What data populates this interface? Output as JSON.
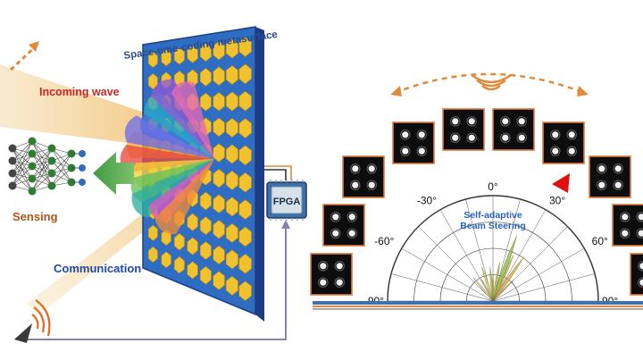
{
  "labels": {
    "metasurface": "Space-time-coding metasurface",
    "incoming": "Incoming wave",
    "sensing": "Sensing",
    "communication": "Communication",
    "fpga": "FPGA",
    "polar_title_line1": "Self-adaptive",
    "polar_title_line2": "Beam Steering"
  },
  "polar_angles": [
    {
      "label": "-90°"
    },
    {
      "label": "-60°"
    },
    {
      "label": "-30°"
    },
    {
      "label": "0°"
    },
    {
      "label": "30°"
    },
    {
      "label": "60°"
    },
    {
      "label": "90°"
    }
  ],
  "colors": {
    "incoming_wave": "#c62828",
    "metasurface_label": "#2a4d8f",
    "sensing": "#b2541a",
    "communication": "#1f4aa8",
    "panel_border": "#e07b39",
    "polar_title": "#2a62b8",
    "arrow": "#e08a3c",
    "marker": "#e01010"
  },
  "icons": [
    "wifi-wave-icon",
    "antenna-icon",
    "neural-network-icon",
    "fpga-chip-icon",
    "pointer-triangle-icon"
  ]
}
